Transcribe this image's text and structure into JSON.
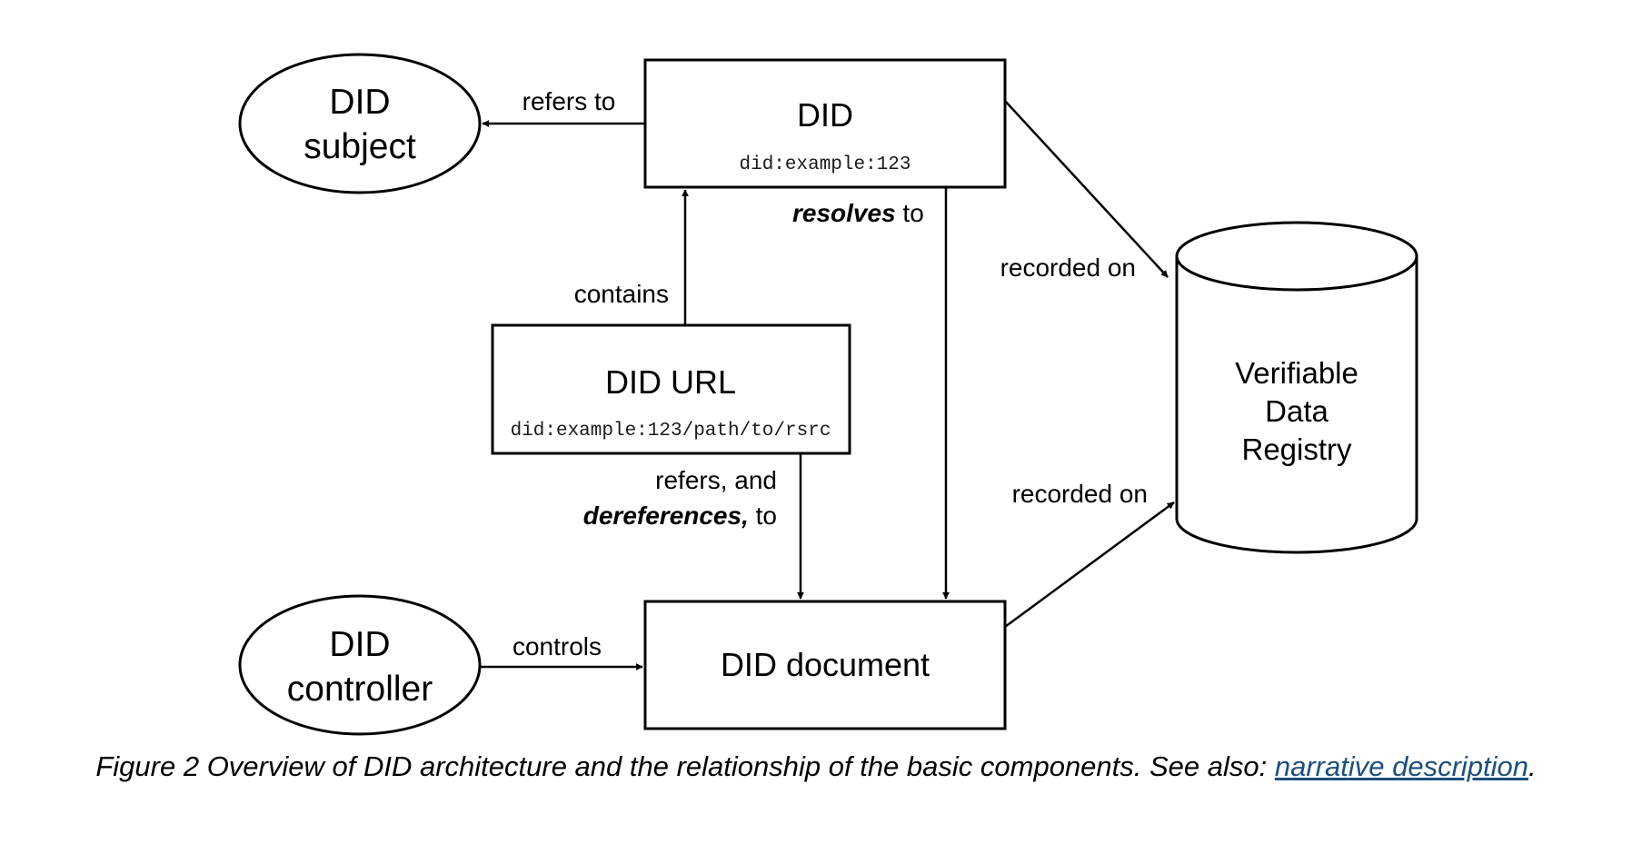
{
  "nodes": {
    "did": {
      "title": "DID",
      "example": "did:example:123"
    },
    "did_subject": {
      "line1": "DID",
      "line2": "subject"
    },
    "did_url": {
      "title": "DID URL",
      "example": "did:example:123/path/to/rsrc"
    },
    "did_controller": {
      "line1": "DID",
      "line2": "controller"
    },
    "did_document": {
      "title": "DID document"
    },
    "registry": {
      "line1": "Verifiable",
      "line2": "Data",
      "line3": "Registry"
    }
  },
  "edges": {
    "refers_to": "refers to",
    "resolves_bold": "resolves",
    "resolves_rest": " to",
    "contains": "contains",
    "recorded_on_top": "recorded on",
    "recorded_on_bottom": "recorded on",
    "refers_and": "refers, and",
    "dereferences_bold": "dereferences,",
    "dereferences_rest": " to",
    "controls": "controls"
  },
  "caption": {
    "text": "Figure 2 Overview of DID architecture and the relationship of the basic components. See also: ",
    "link": "narrative description",
    "end": "."
  }
}
